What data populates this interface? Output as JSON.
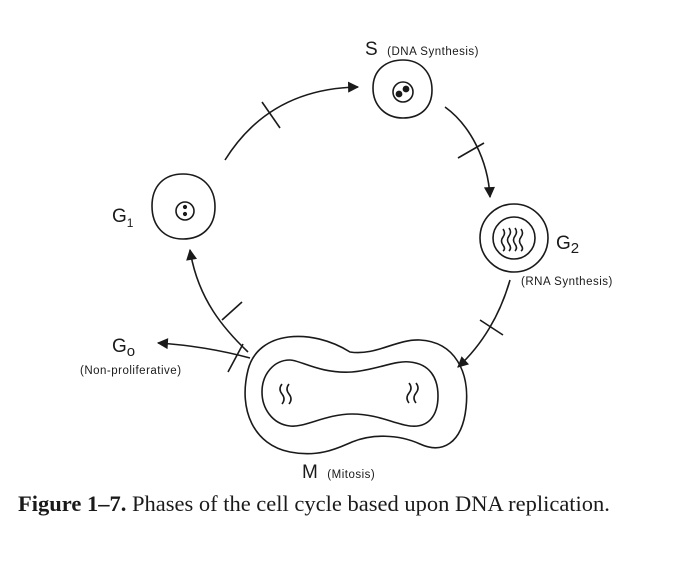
{
  "diagram": {
    "phases": {
      "s": {
        "letter": "S",
        "desc": "(DNA Synthesis)"
      },
      "g2": {
        "letter": "G",
        "sub": "2",
        "desc": "(RNA Synthesis)"
      },
      "m": {
        "letter": "M",
        "desc": "(Mitosis)"
      },
      "g1": {
        "letter": "G",
        "sub": "1"
      },
      "g0": {
        "letter": "G",
        "sub": "o",
        "desc": "(Non-proliferative)"
      }
    }
  },
  "caption": {
    "label": "Figure 1–7.",
    "text": "Phases of the cell cycle based upon DNA replication."
  }
}
